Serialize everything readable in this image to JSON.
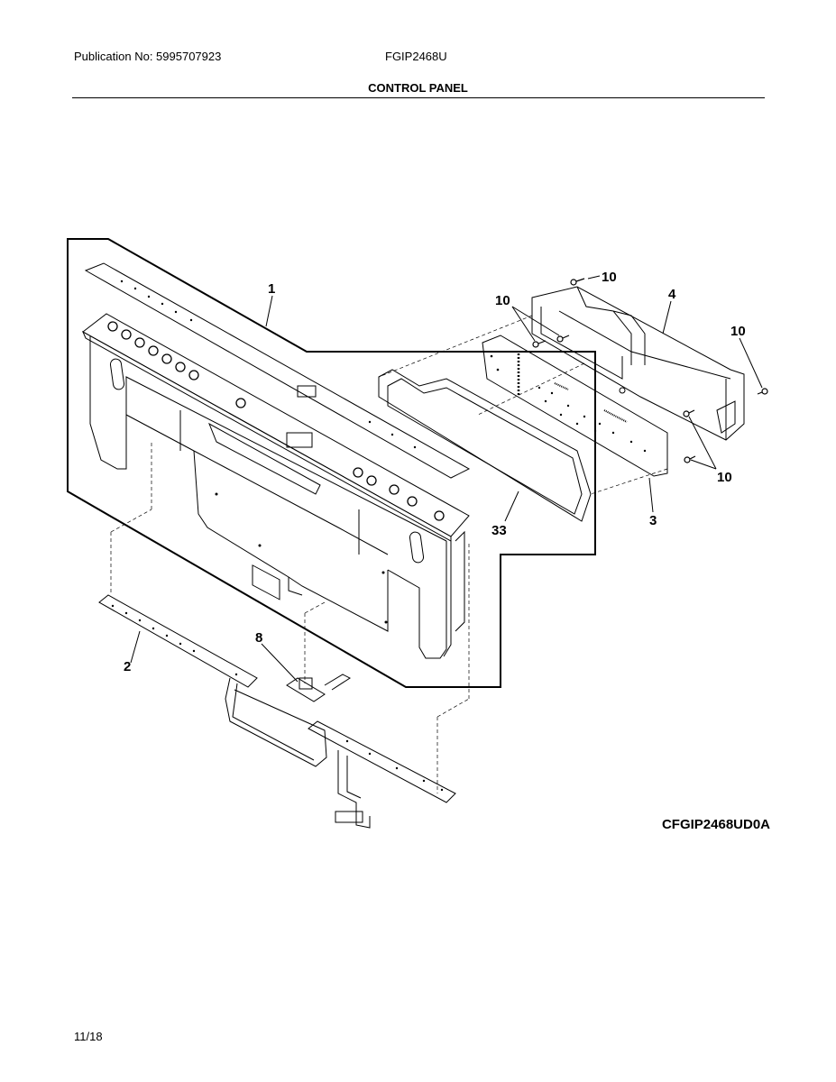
{
  "header": {
    "publication": "Publication No: 5995707923",
    "model": "FGIP2468U",
    "section_title": "CONTROL PANEL"
  },
  "diagram": {
    "callouts": [
      "1",
      "10",
      "10",
      "4",
      "10",
      "10",
      "33",
      "3",
      "8",
      "2"
    ],
    "drawing_code": "CFGIP2468UD0A"
  },
  "footer": {
    "page": "11/18"
  }
}
